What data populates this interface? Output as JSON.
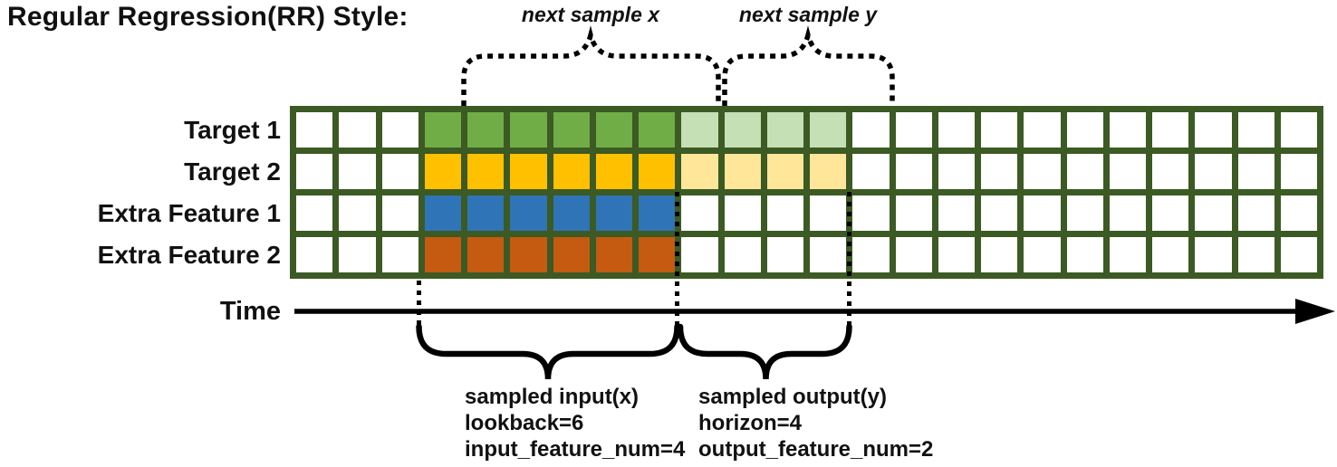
{
  "title": "Regular Regression(RR) Style:",
  "annotations": {
    "next_sample_x": "next sample x",
    "next_sample_y": "next sample y",
    "time_label": "Time",
    "input_lines": [
      "sampled input(x)",
      "lookback=6",
      "input_feature_num=4"
    ],
    "output_lines": [
      "sampled output(y)",
      "horizon=4",
      "output_feature_num=2"
    ]
  },
  "grid": {
    "columns": 24,
    "input_start_col": 4,
    "input_end_col": 9,
    "output_start_col": 10,
    "output_end_col": 13,
    "rows": [
      {
        "label": "Target 1",
        "input_color": "#70AD47",
        "output_color": "#C5E0B4"
      },
      {
        "label": "Target 2",
        "input_color": "#FFC000",
        "output_color": "#FFE699"
      },
      {
        "label": "Extra Feature 1",
        "input_color": "#2E74B6",
        "output_color": null
      },
      {
        "label": "Extra Feature 2",
        "input_color": "#C55A11",
        "output_color": null
      }
    ]
  },
  "colors": {
    "grid_border": "#3C5A23",
    "empty_cell": "#FFFFFF",
    "annotation_ink": "#000000"
  }
}
